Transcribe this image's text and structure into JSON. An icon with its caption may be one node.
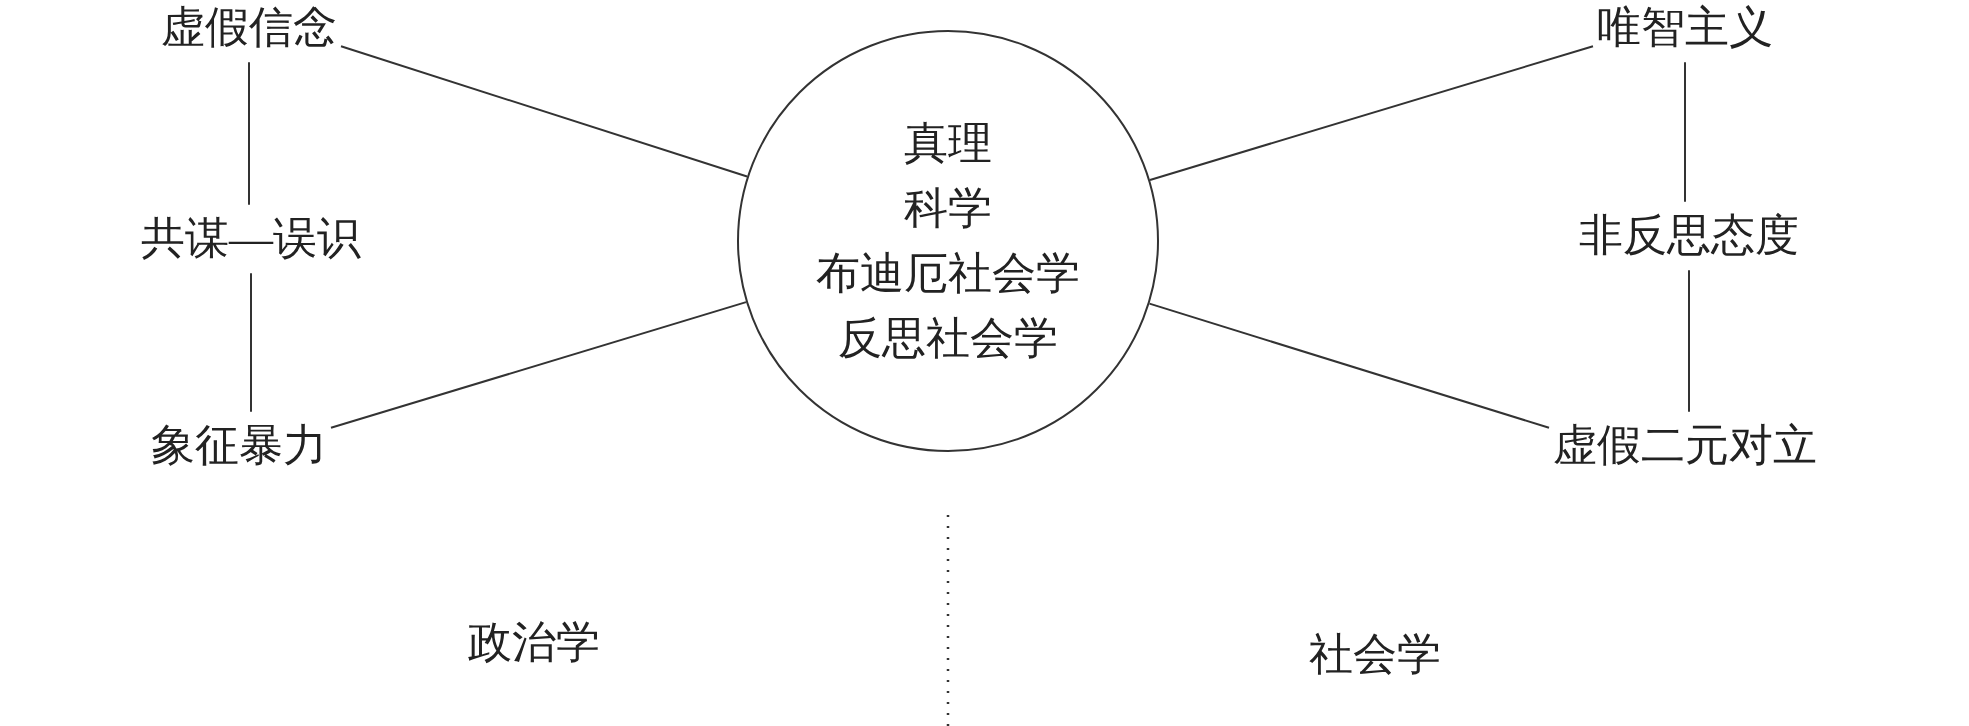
{
  "diagram": {
    "nodes": [
      {
        "text": [
          "虚假信念"
        ]
      },
      {
        "text": [
          "共谋—误识"
        ]
      },
      {
        "text": [
          "象征暴力"
        ]
      },
      {
        "text": [
          "真理",
          "科学",
          "布迪厄社会学",
          "反思社会学"
        ]
      },
      {
        "text": [
          "唯智主义"
        ]
      },
      {
        "text": [
          "非反思态度"
        ]
      },
      {
        "text": [
          "虚假二元对立"
        ]
      }
    ],
    "edges": [
      {
        "from": 0,
        "to": 1,
        "arrow": "none"
      },
      {
        "from": 1,
        "to": 2,
        "arrow": "none"
      },
      {
        "from": 0,
        "to": 3,
        "arrow": "none"
      },
      {
        "from": 2,
        "to": 3,
        "arrow": "none"
      },
      {
        "from": 4,
        "to": 5,
        "arrow": "none"
      },
      {
        "from": 5,
        "to": 6,
        "arrow": "none"
      },
      {
        "from": 4,
        "to": 3,
        "arrow": "none"
      },
      {
        "from": 6,
        "to": 3,
        "arrow": "none"
      }
    ],
    "labels": [
      "政治学",
      "社会学"
    ]
  }
}
